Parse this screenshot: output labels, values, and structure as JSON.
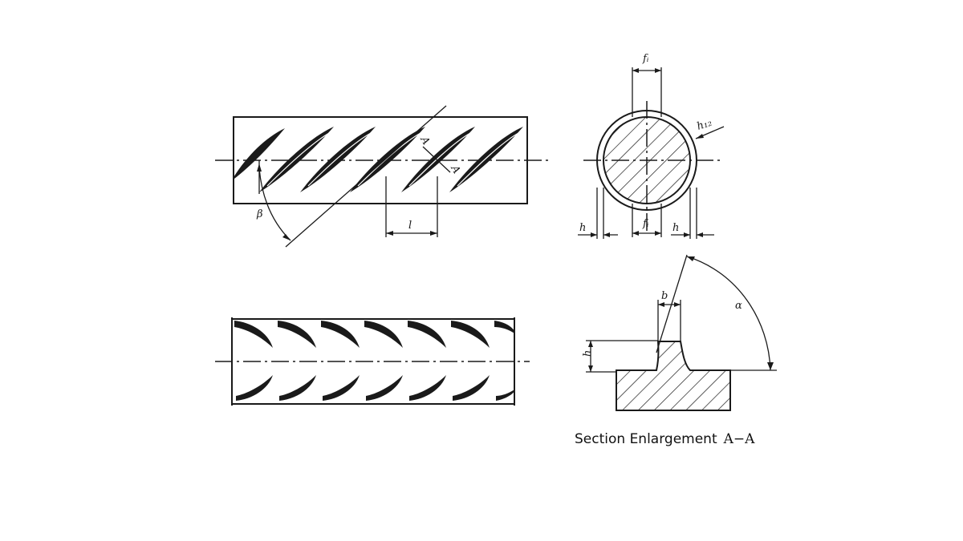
{
  "labels": {
    "beta": "β",
    "l": "l",
    "f1_top": "fᵢ",
    "f1_bottom": "fᵢ",
    "h_left": "h",
    "h_right": "h",
    "h_y": "h₁₂",
    "b": "b",
    "alpha": "α",
    "h_section": "h",
    "cut_a_top": "A",
    "cut_a_bottom": "A"
  },
  "caption": {
    "text": "Section Enlargement",
    "section_id": "A−A"
  }
}
